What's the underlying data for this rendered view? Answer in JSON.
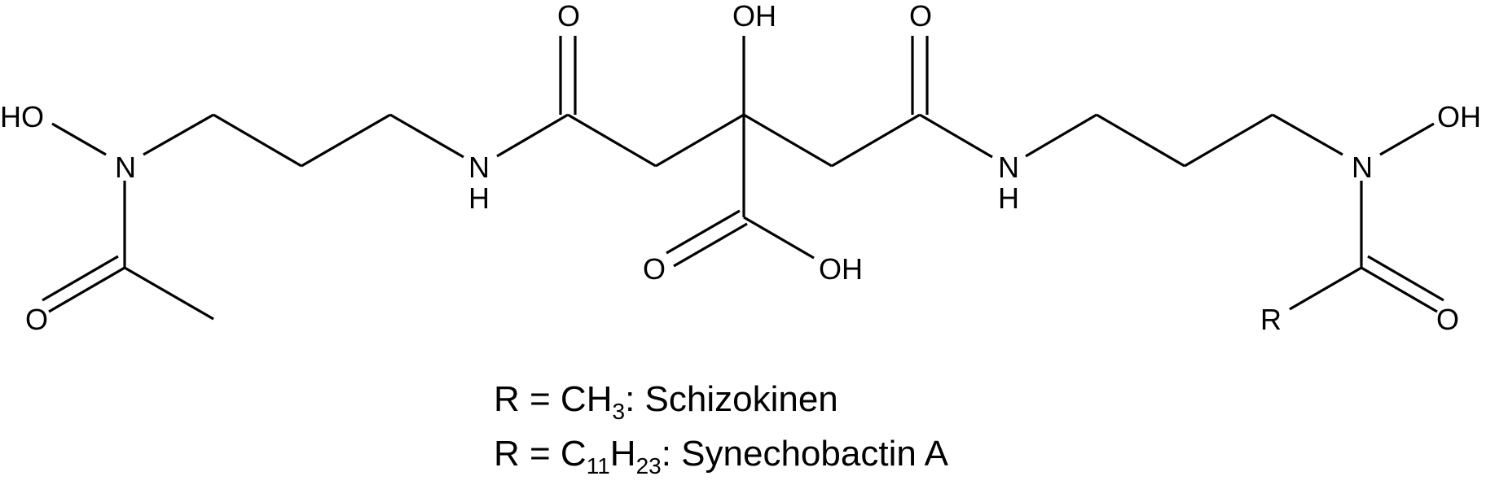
{
  "molecule": {
    "left_ho": "HO",
    "left_n": "N",
    "left_o": "O",
    "amide1_n": "N",
    "amide1_h": "H",
    "amide1_o": "O",
    "center_oh": "OH",
    "acid_o": "O",
    "acid_oh": "OH",
    "amide2_o": "O",
    "amide2_n": "N",
    "amide2_h": "H",
    "right_n": "N",
    "right_oh": "OH",
    "right_r": "R",
    "right_o": "O"
  },
  "legend": {
    "line1": {
      "prefix": "R = CH",
      "sub": "3",
      "suffix": ": Schizokinen"
    },
    "line2": {
      "prefix": "R = C",
      "sub1": "11",
      "mid": "H",
      "sub2": "23",
      "suffix": ": Synechobactin A"
    }
  }
}
